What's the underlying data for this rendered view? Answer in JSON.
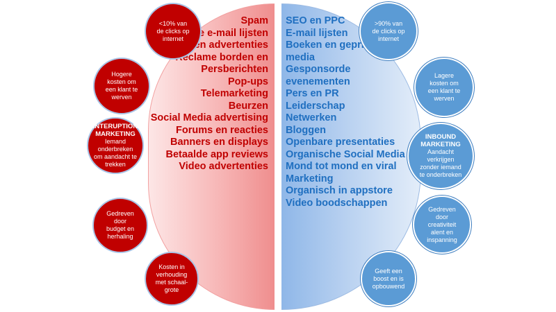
{
  "left": {
    "items": [
      "Spam",
      "Gekochte e-mail lijsten",
      "TV, radio en advertenties",
      "Reclame borden en Persberichten",
      "Pop-ups",
      "Telemarketing",
      "Beurzen",
      "Social Media advertising",
      "Forums en reacties",
      "Banners en displays",
      "Betaalde app reviews",
      "Video advertenties"
    ],
    "bubbles": [
      {
        "text": "<10% van\nde clicks op\ninternet"
      },
      {
        "text": "Hogere\nkosten om\neen klant te\nwerven"
      },
      {
        "title": "INTERUPTION\nMARKETING",
        "text": "Iemand\nonderbreken\nom aandacht te\ntrekken"
      },
      {
        "text": "Gedreven\ndoor\nbudget en\nherhaling"
      },
      {
        "text": "Kosten in\nverhouding\nmet schaal-\ngrote"
      }
    ],
    "color": "#c00000"
  },
  "right": {
    "items": [
      "SEO en PPC",
      "E-mail lijsten",
      "Boeken en geprinte media",
      "Gesponsorde evenementen",
      "Pers en PR",
      "Leiderschap",
      "Netwerken",
      "Bloggen",
      "Openbare presentaties",
      "Organische Social Media",
      "Mond tot mond en viral",
      "Marketing",
      "Organisch in appstore",
      "Video boodschappen"
    ],
    "bubbles": [
      {
        "text": ">90% van\nde clicks op\ninternet"
      },
      {
        "text": "Lagere\nkosten om\neen klant te\nwerven"
      },
      {
        "title": "INBOUND\nMARKETING",
        "text": "Aandacht\nverkrijgen\nzonder iemand\nte onderbreken"
      },
      {
        "text": "Gedreven\ndoor\ncreativiteit\nalent en\ninspanning"
      },
      {
        "text": "Geeft een\nboost en is\nopbouwend"
      }
    ],
    "color": "#1f6fc0"
  }
}
